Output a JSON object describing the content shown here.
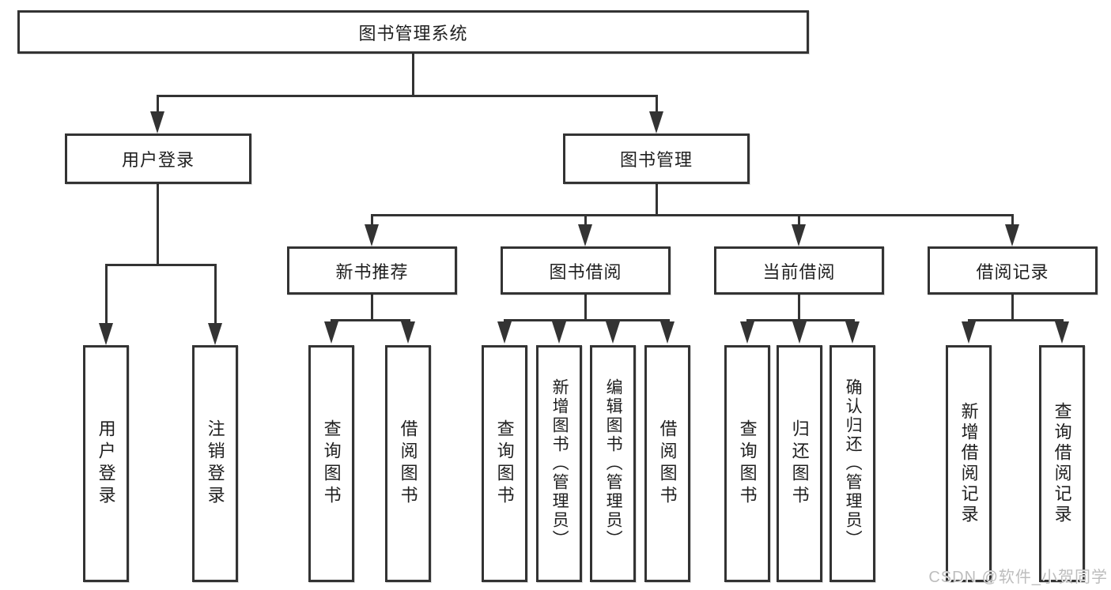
{
  "diagram": {
    "root": {
      "label": "图书管理系统"
    },
    "level2": [
      {
        "label": "用户登录"
      },
      {
        "label": "图书管理"
      }
    ],
    "level3": [
      {
        "label": "新书推荐"
      },
      {
        "label": "图书借阅"
      },
      {
        "label": "当前借阅"
      },
      {
        "label": "借阅记录"
      }
    ],
    "leaves": [
      {
        "label": "用户登录"
      },
      {
        "label": "注销登录"
      },
      {
        "label": "查询图书"
      },
      {
        "label": "借阅图书"
      },
      {
        "label": "查询图书"
      },
      {
        "label": "新增图书（管理员）"
      },
      {
        "label": "编辑图书（管理员）"
      },
      {
        "label": "借阅图书"
      },
      {
        "label": "查询图书"
      },
      {
        "label": "归还图书"
      },
      {
        "label": "确认归还（管理员）"
      },
      {
        "label": "新增借阅记录"
      },
      {
        "label": "查询借阅记录"
      }
    ]
  },
  "watermark": {
    "text": "CSDN @软件_小贺同学"
  },
  "colors": {
    "line": "#333333",
    "text": "#1f1f1f",
    "background": "#ffffff",
    "watermark": "#bdbdbd"
  }
}
